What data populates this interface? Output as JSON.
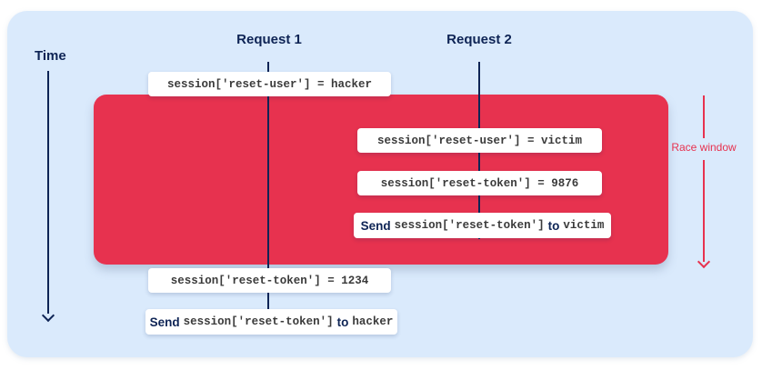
{
  "diagram": {
    "title_context": "Race condition session timeline",
    "time_axis": {
      "label": "Time"
    },
    "requests": [
      {
        "label": "Request 1"
      },
      {
        "label": "Request 2"
      }
    ],
    "race_window": {
      "label": "Race window"
    },
    "events": [
      {
        "id": "r1-set-user",
        "code": "session['reset-user'] = hacker"
      },
      {
        "id": "r2-set-user",
        "code": "session['reset-user'] = victim"
      },
      {
        "id": "r2-set-token",
        "code": "session['reset-token'] = 9876"
      },
      {
        "id": "r2-send-token",
        "prefix": "Send",
        "code": "session['reset-token']",
        "connector": "to",
        "target": "victim"
      },
      {
        "id": "r1-set-token",
        "code": "session['reset-token'] = 1234"
      },
      {
        "id": "r1-send-token",
        "prefix": "Send",
        "code": "session['reset-token']",
        "connector": "to",
        "target": "hacker"
      }
    ],
    "colors": {
      "accent_red": "#e7324f",
      "navy": "#0e2455",
      "panel_blue": "#daeafc",
      "code_text": "#3a3a3a",
      "box_white": "#ffffff"
    }
  }
}
